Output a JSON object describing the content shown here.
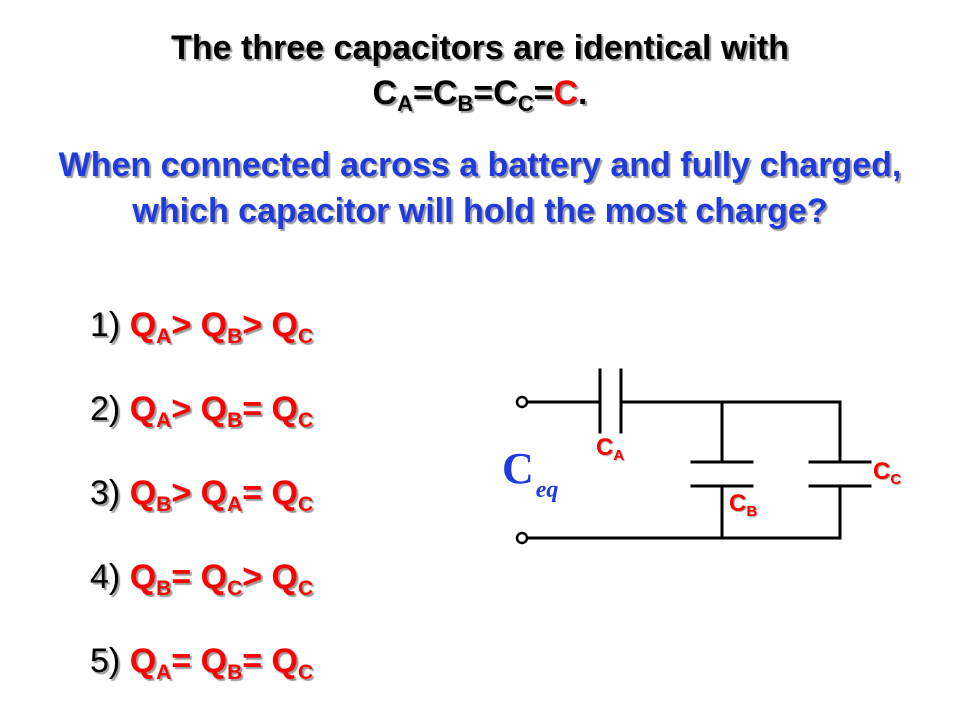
{
  "title": {
    "line1": "The three capacitors are identical with",
    "line2": {
      "parts": [
        {
          "main": "C",
          "sub": "A"
        },
        {
          "main": "=C",
          "sub": "B"
        },
        {
          "main": "=C",
          "sub": "C"
        }
      ],
      "equals": "=",
      "value": "C",
      "period": "."
    }
  },
  "question": "When connected across a battery and fully charged, which capacitor will hold the most charge?",
  "options": [
    {
      "num": "1)",
      "expr": [
        {
          "t": "Q",
          "s": "A"
        },
        {
          "t": "> Q",
          "s": "B"
        },
        {
          "t": "> Q",
          "s": "C"
        }
      ]
    },
    {
      "num": "2)",
      "expr": [
        {
          "t": "Q",
          "s": "A"
        },
        {
          "t": "> Q",
          "s": "B"
        },
        {
          "t": "= Q",
          "s": "C"
        }
      ]
    },
    {
      "num": "3)",
      "expr": [
        {
          "t": "Q",
          "s": "B"
        },
        {
          "t": "> Q",
          "s": "A"
        },
        {
          "t": "= Q",
          "s": "C"
        }
      ]
    },
    {
      "num": "4)",
      "expr": [
        {
          "t": "Q",
          "s": "B"
        },
        {
          "t": "= Q",
          "s": "C"
        },
        {
          "t": "> Q",
          "s": "C"
        }
      ]
    },
    {
      "num": "5)",
      "expr": [
        {
          "t": "Q",
          "s": "A"
        },
        {
          "t": "= Q",
          "s": "B"
        },
        {
          "t": "= Q",
          "s": "C"
        }
      ]
    }
  ],
  "circuit": {
    "ceq": {
      "main": "C",
      "sub": "eq"
    },
    "capacitors": [
      {
        "main": "C",
        "sub": "A"
      },
      {
        "main": "C",
        "sub": "B"
      },
      {
        "main": "C",
        "sub": "C"
      }
    ]
  },
  "colors": {
    "question": "#1f3be0",
    "highlight": "#ff0000",
    "text": "#000000"
  }
}
